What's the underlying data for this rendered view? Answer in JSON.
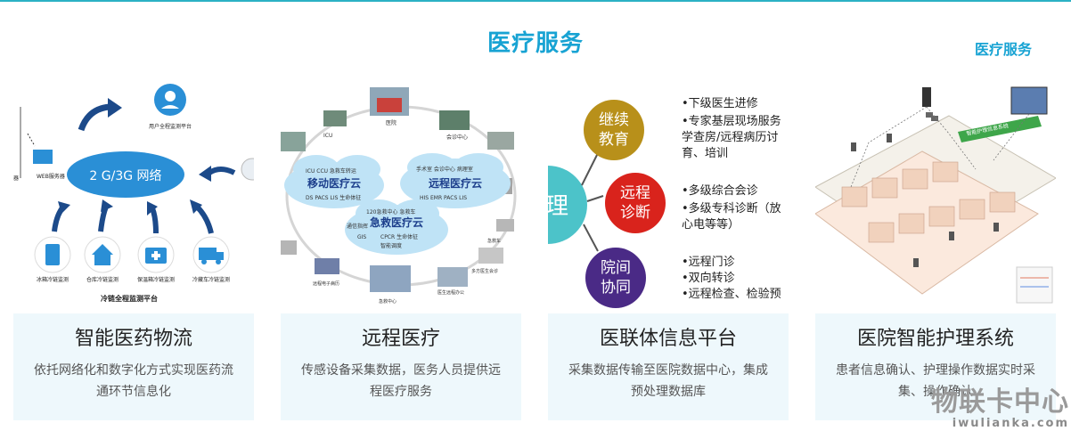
{
  "page": {
    "title": "医疗服务",
    "corner_link": "医疗服务"
  },
  "colors": {
    "accent": "#18a3d3",
    "top_line": "#2bb1c4",
    "caption_bg": "#eef8fc",
    "continue_ed": "#b8901a",
    "remote_dx": "#d9231c",
    "inter_hospital": "#4a2a86",
    "hub": "#4cc3c9"
  },
  "cards": [
    {
      "title": "智能医药物流",
      "desc": "依托网络化和数字化方式实现医药流通环节信息化",
      "diagram": {
        "network": "2 G/3G 网络",
        "user_platform": "用户全程监测平台",
        "web_server": "WEB服务器",
        "web_server_short": "器",
        "bottom_title": "冷链全程监测平台",
        "nodes": [
          "冰箱冷链监测",
          "仓库冷链监测",
          "保温箱冷链监测",
          "冷藏车冷链监测"
        ]
      }
    },
    {
      "title": "远程医疗",
      "desc": "传感设备采集数据，医务人员提供远程医疗服务",
      "diagram": {
        "mobile_cloud": "移动医疗云",
        "mobile_tags_1": "ICU  CCU  急救车转运",
        "mobile_tags_2": "DS  PACS  LIS 生命体征",
        "remote_cloud": "远程医疗云",
        "remote_tags_1": "手术室  会诊中心  病理室",
        "remote_tags_2": "HIS  EMR  PACS  LIS",
        "emergency_cloud": "急救医疗云",
        "emergency_tags": [
          "120急救中心  急救车",
          "通信指挥",
          "GIS",
          "CPCR  生命体征",
          "智能调度"
        ],
        "labels": [
          "ICU",
          "医院",
          "会诊中心",
          "远程电子病历",
          "急救中心",
          "医生远程办公",
          "多方医生会诊",
          "急救车"
        ]
      }
    },
    {
      "title": "医联体信息平台",
      "desc": "采集数据传输至医院数据中心，集成预处理数据库",
      "diagram": {
        "hub": "理",
        "nodes": [
          {
            "label": "继续\n教育",
            "items": [
              "•下级医生进修",
              "•专家基层现场服务",
              "  学查房/远程病历讨",
              "  育、培训"
            ]
          },
          {
            "label": "远程\n诊断",
            "items": [
              "•多级综合会诊",
              "•多级专科诊断（放",
              "  心电等等）"
            ]
          },
          {
            "label": "院间\n协同",
            "items": [
              "•远程门诊",
              "•双向转诊",
              "•远程检查、检验预"
            ]
          }
        ]
      }
    },
    {
      "title": "医院智能护理系统",
      "desc": "患者信息确认、护理操作数据实时采集、操作确认",
      "diagram": {
        "banner": "智能护理信息系统"
      }
    }
  ],
  "watermark": {
    "cn": "物联卡中心",
    "url": "iwulianka.com"
  }
}
